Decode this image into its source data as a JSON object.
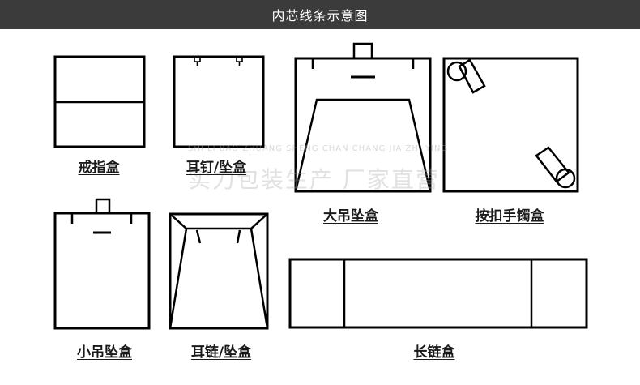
{
  "header": {
    "title": "内芯线条示意图"
  },
  "labels": {
    "ring_box": "戒指盒",
    "earring_pendant_box": "耳钉/坠盒",
    "large_pendant_box": "大吊坠盒",
    "bangle_box": "按扣手镯盒",
    "small_pendant_box": "小吊坠盒",
    "ear_chain_pendant_box": "耳链/坠盒",
    "long_chain_box": "长链盒"
  },
  "watermark": {
    "main": "实力包装生产 厂家直营",
    "sub": "SHI LI BAO ZHUANG SHENG CHAN CHANG JIA ZHI YING"
  }
}
